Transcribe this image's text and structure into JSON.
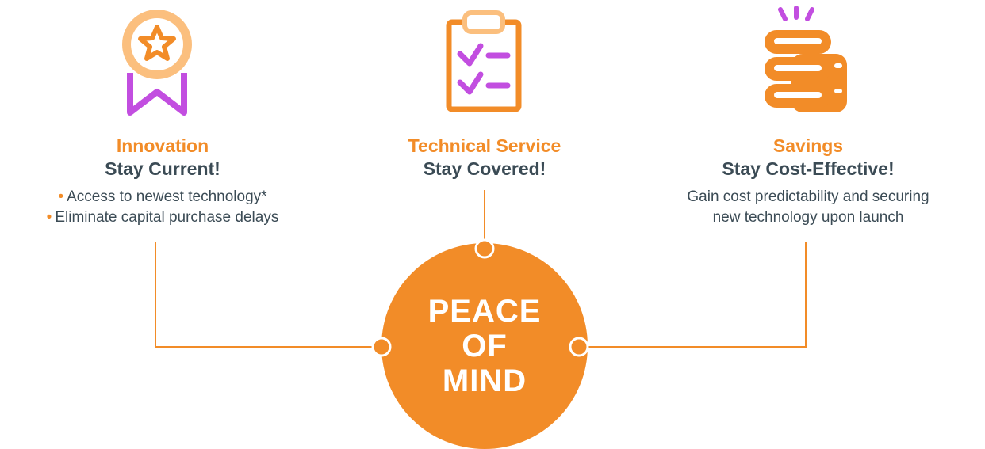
{
  "colors": {
    "accent_orange": "#f28c28",
    "light_orange": "#fbbf7e",
    "purple": "#c24ee0",
    "dark_text": "#3b4b55",
    "white": "#ffffff"
  },
  "columns": [
    {
      "icon": "award-ribbon-icon",
      "category": "Innovation",
      "tagline": "Stay Current!",
      "bullets": [
        "Access to newest technology*",
        "Eliminate capital purchase delays"
      ]
    },
    {
      "icon": "clipboard-checklist-icon",
      "category": "Technical Service",
      "tagline": "Stay Covered!"
    },
    {
      "icon": "coins-stack-icon",
      "category": "Savings",
      "tagline": "Stay Cost-Effective!",
      "description_lines": [
        "Gain cost predictability and securing",
        "new technology upon launch"
      ]
    }
  ],
  "center": {
    "text": "PEACE\nOF\nMIND"
  }
}
